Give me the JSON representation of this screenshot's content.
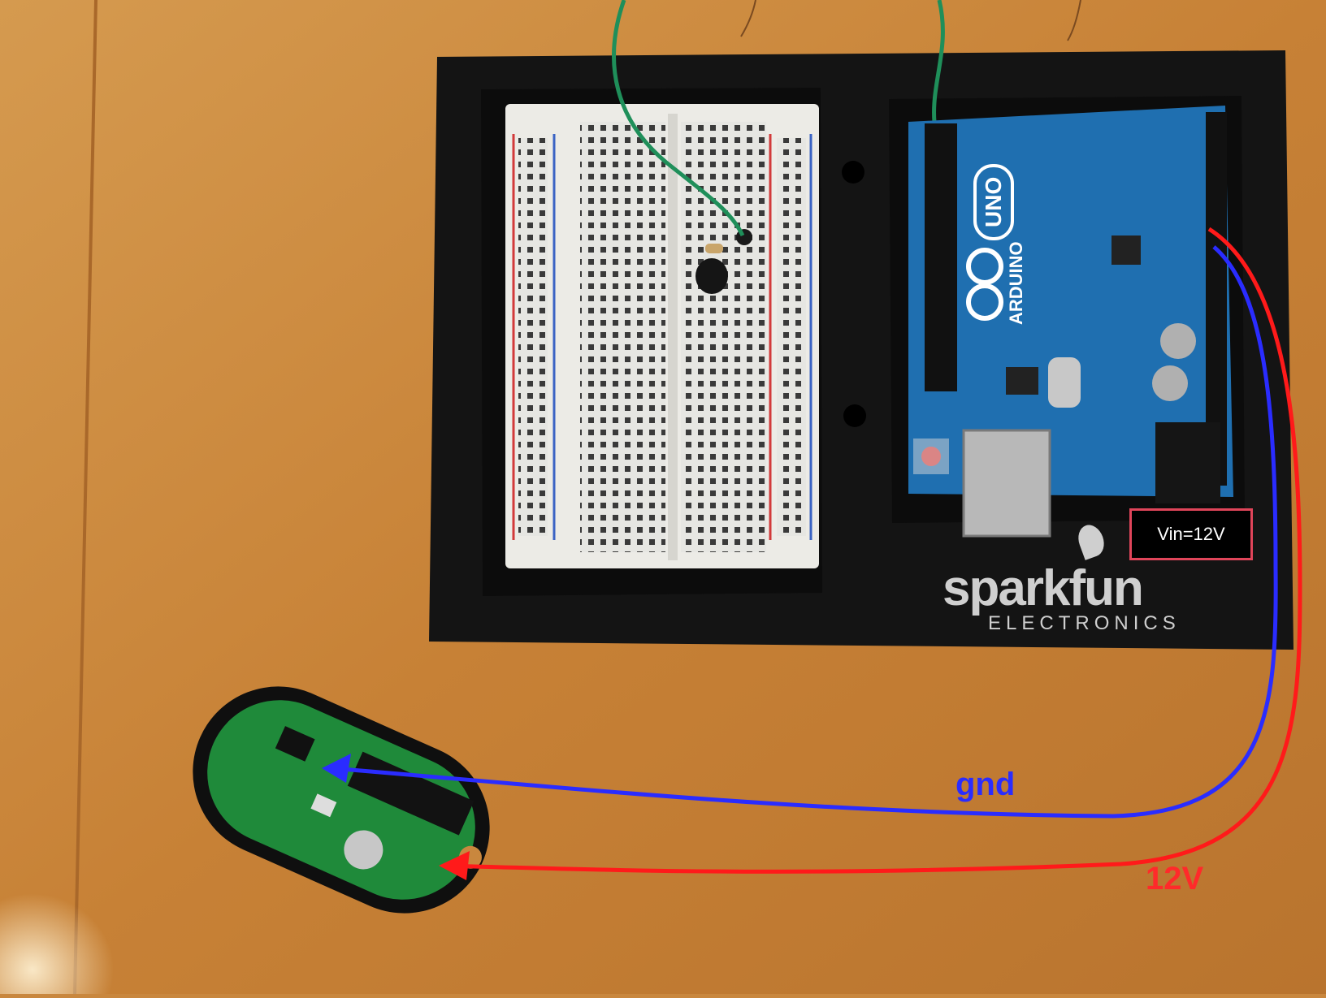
{
  "annotations": {
    "vin_label": "Vin=12V",
    "gnd_label": "gnd",
    "v12_label": "12V"
  },
  "board": {
    "brand": "sparkfun",
    "brand_sub": "ELECTRONICS",
    "arduino_text": "ARDUINO",
    "uno_text": "UNO"
  },
  "colors": {
    "wood": "#c9873e",
    "base": "#141414",
    "arduino": "#1f6fb0",
    "pcb": "#1f8a3a",
    "gnd_wire": "#2a2cff",
    "v12_wire": "#ff1a1a",
    "box_border": "#e0455a"
  }
}
